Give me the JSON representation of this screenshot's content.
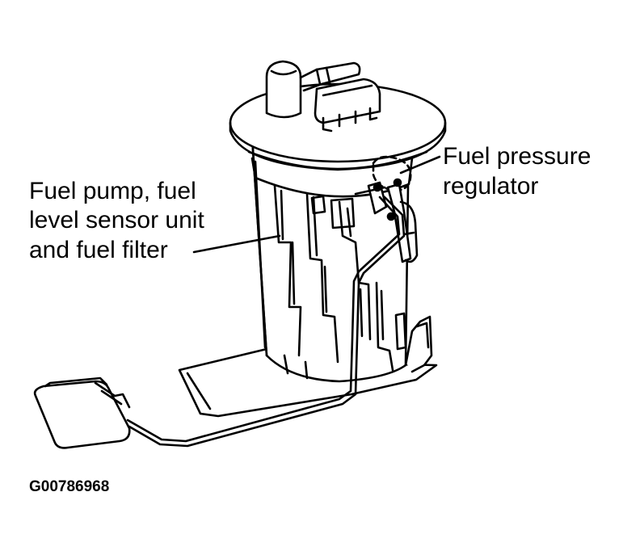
{
  "labels": {
    "pump_assembly": [
      "Fuel pump, fuel",
      "level sensor unit",
      "and fuel filter"
    ],
    "regulator": [
      "Fuel pressure",
      "regulator"
    ]
  },
  "figure_code": "G00786968",
  "colors": {
    "ink": "#000000",
    "paper": "#ffffff"
  }
}
